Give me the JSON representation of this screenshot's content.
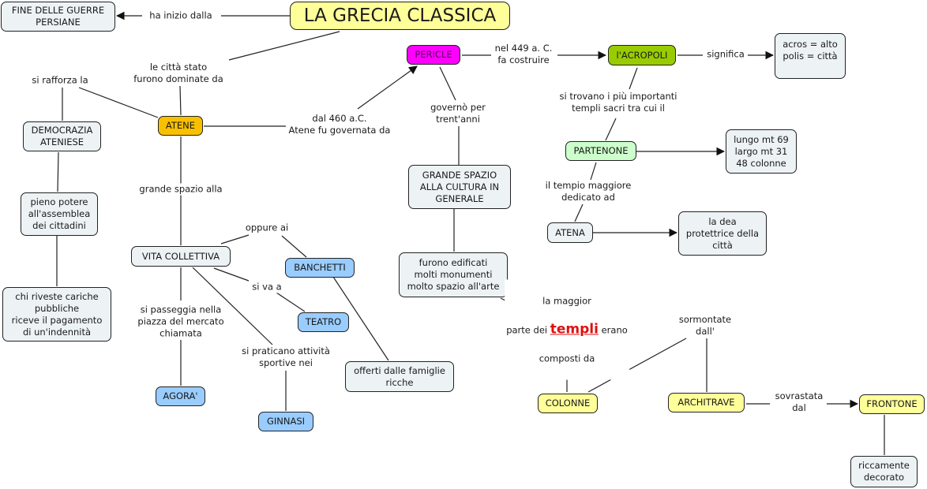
{
  "title": "LA GRECIA CLASSICA",
  "colors": {
    "default_node": "#edf2f5",
    "yellow_node": "#ffff99",
    "orange_node": "#f9c000",
    "magenta_node": "#ff00ff",
    "green_node": "#99cc00",
    "lightgreen_node": "#ccffcc",
    "blue_node": "#99ccff",
    "highlight_text": "#dd1111"
  },
  "nodes": {
    "grecia": "LA GRECIA CLASSICA",
    "guerre": "FINE DELLE GUERRE\nPERSIANE",
    "atene": "ATENE",
    "democrazia": "DEMOCRAZIA\nATENIESE",
    "pieno_potere": "pieno potere\nall'assemblea\ndei cittadini",
    "cariche": "chi riveste cariche\npubbliche\nriceve il pagamento\ndi un'indennità",
    "vita": "VITA COLLETTIVA",
    "banchetti": "BANCHETTI",
    "teatro": "TEATRO",
    "agora": "AGORA'",
    "ginnasi": "GINNASI",
    "offerti": "offerti dalle famiglie\nricche",
    "pericle": "PERICLE",
    "cultura": "GRANDE SPAZIO\nALLA CULTURA IN\nGENERALE",
    "monumenti": "furono edificati\nmolti monumenti\nmolto spazio all'arte",
    "acropoli": "l'ACROPOLI",
    "acros": "acros = alto\npolis = città",
    "partenone": "PARTENONE",
    "misure": "lungo mt 69\nlargo mt 31\n48 colonne",
    "atena": "ATENA",
    "dea": "la dea\nprotettrice della\ncittà",
    "colonne": "COLONNE",
    "architrave": "ARCHITRAVE",
    "frontone": "FRONTONE",
    "decorato": "riccamente\ndecorato"
  },
  "links": {
    "ha_inizio": "ha inizio dalla",
    "citta_stato": "le città stato\nfurono dominate da",
    "rafforza": "si rafforza la",
    "dal_460": "dal 460 a.C.\nAtene fu governata da",
    "grande_spazio": "grande spazio alla",
    "oppure": "oppure ai",
    "si_va": "si va a",
    "passeggia": "si passeggia nella\npiazza del mercato\nchiamata",
    "praticano": "si praticano attività\nsportive nei",
    "nel_449": "nel 449 a. C.\nfa costruire",
    "governo": "governò per\ntrent'anni",
    "significa": "significa",
    "si_trovano": "si trovano i più importanti\ntempli sacri tra cui il",
    "tempio": "il tempio maggiore\ndedicato ad",
    "maggior_1": "la maggior",
    "maggior_pre": "parte dei ",
    "maggior_hl": "templi",
    "maggior_post": " erano",
    "maggior_3": "composti da",
    "sormontate": "sormontate\ndall'",
    "sovrastata": "sovrastata\ndal"
  }
}
